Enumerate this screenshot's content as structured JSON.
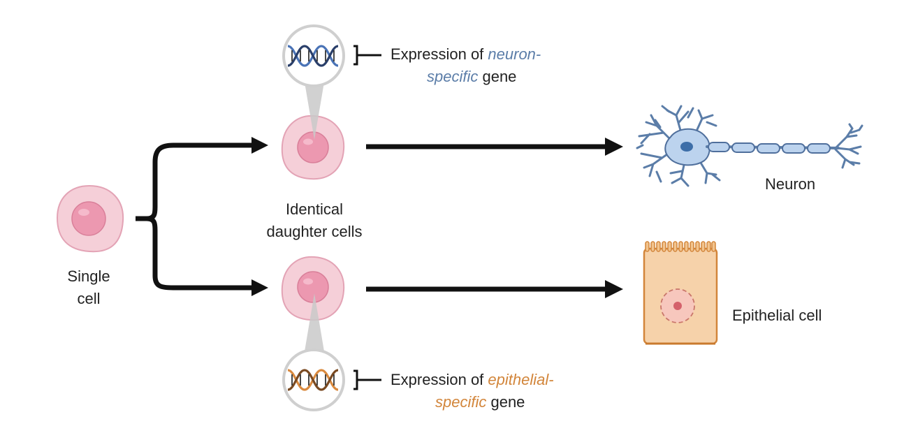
{
  "colors": {
    "neuron_accent": "#5b7da8",
    "epithelial_accent": "#d2853a",
    "cell_fill": "#f5cfd8",
    "nucleus_fill": "#ec98b0",
    "neuron_fill": "#bcd3ee",
    "epithelial_fill": "#f6d2aa",
    "arrow": "#111111"
  },
  "labels": {
    "single_cell_line1": "Single",
    "single_cell_line2": "cell",
    "daughter_line1": "Identical",
    "daughter_line2": "daughter cells",
    "neuron": "Neuron",
    "epithelial_cell": "Epithelial cell"
  },
  "expression_top": {
    "prefix": "Expression of ",
    "emph_part1": "neuron-",
    "emph_part2": "specific",
    "suffix": " gene"
  },
  "expression_bottom": {
    "prefix": "Expression of ",
    "emph_part1": "epithelial-",
    "emph_part2": "specific",
    "suffix": " gene"
  },
  "icons": {
    "top_dna": "dna-helix-icon",
    "bottom_dna": "dna-helix-icon"
  }
}
